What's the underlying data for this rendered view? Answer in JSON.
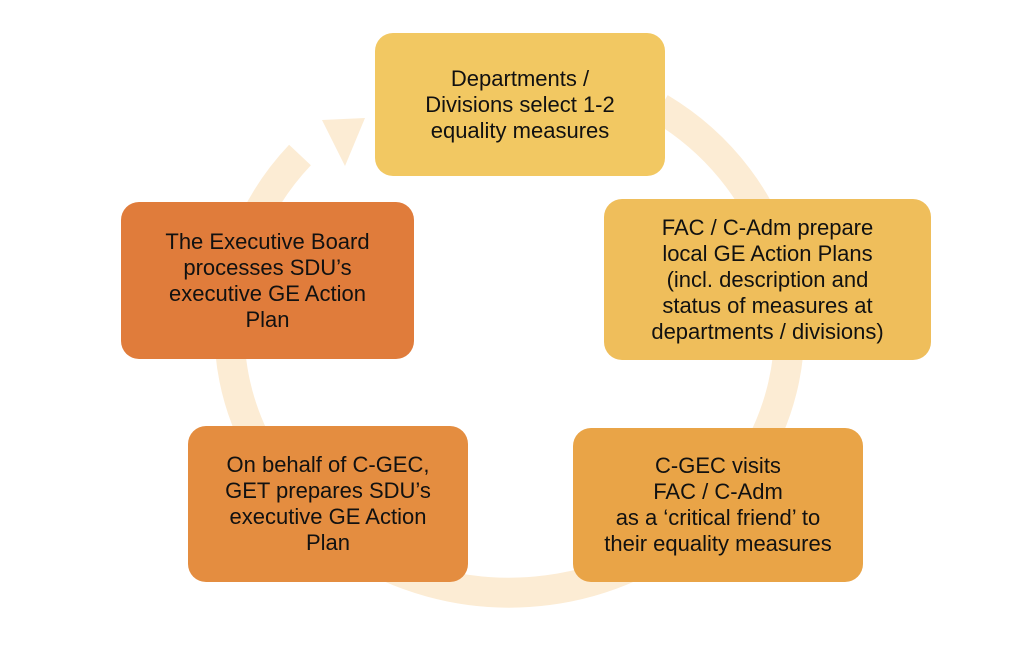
{
  "colors": {
    "ring": "#fcecd4",
    "step_1": "#f2c862",
    "step_2": "#efbe5b",
    "step_3": "#e9a447",
    "step_4": "#e48d40",
    "step_5": "#e07c3b"
  },
  "steps": [
    {
      "text": "Departments /\nDivisions select 1-2\nequality measures"
    },
    {
      "text": "FAC / C-Adm prepare\nlocal GE Action Plans\n(incl. description and\nstatus of measures at\ndepartments / divisions)"
    },
    {
      "text": "C-GEC visits\nFAC / C-Adm\nas a ‘critical friend’ to\ntheir equality measures"
    },
    {
      "text": "On behalf of C-GEC,\nGET prepares SDU’s\nexecutive GE Action\nPlan"
    },
    {
      "text": "The Executive Board\nprocesses SDU’s\nexecutive GE Action\nPlan"
    }
  ]
}
